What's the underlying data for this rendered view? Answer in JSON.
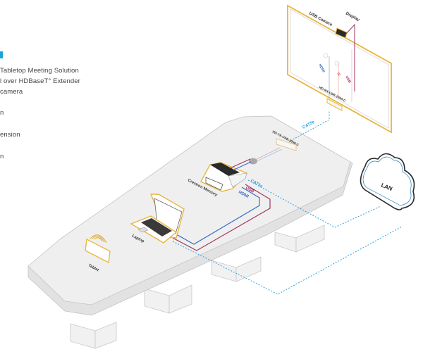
{
  "sidebar": {
    "heading_fragment": "",
    "lines": [
      "Tabletop Meeting Solution",
      "l over HDBaseT° Extender",
      "camera",
      "n",
      "ension",
      "n"
    ]
  },
  "diagram": {
    "devices": {
      "usb_camera": "USB Camera",
      "display": "Display",
      "rx_extender": "HD-RX-USB-2050-C",
      "tx_extender": "HD-TX-USB-2050-C",
      "crestron_mercury": "Crestron Mercury",
      "laptop": "Laptop",
      "tablet": "Tablet",
      "lan": "LAN"
    },
    "cables": {
      "hdmi_display": "HDMI",
      "ir_display": "IR",
      "usb_display": "USB",
      "cat5e_top": "CAT5e",
      "cat5e_mercury": "CAT5e",
      "usb_mercury": "USB",
      "hdmi_mercury": "HDMI"
    },
    "colors": {
      "device_outline": "#e8b53e",
      "hdmi": "#3a6fc4",
      "usb": "#a3345f",
      "ir": "#e06a5a",
      "cat5e": "#2fa3de",
      "table": "#efefef",
      "accent": "#1aa3d9"
    }
  }
}
